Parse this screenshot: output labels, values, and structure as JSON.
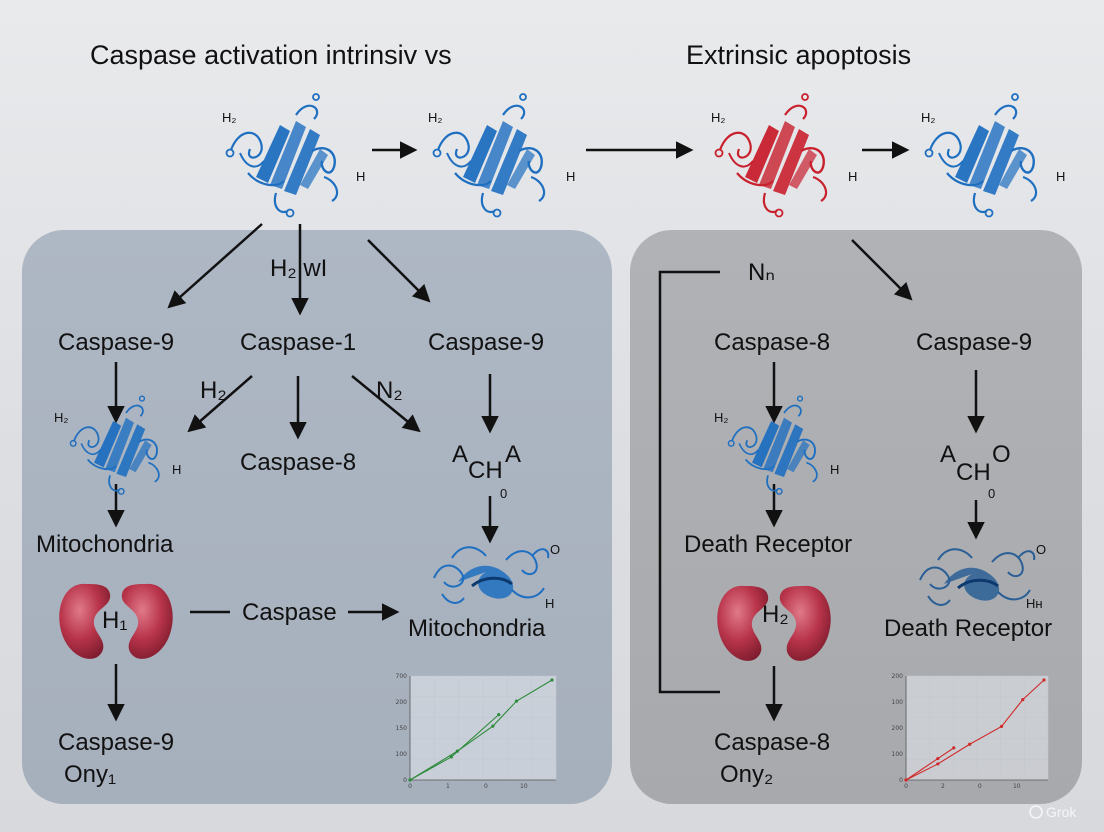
{
  "title_left": "Caspase activation intrinsiv vs",
  "title_right": "Extrinsic apoptosis",
  "colors": {
    "blue_protein": "#1f6fc0",
    "red_protein": "#c8202d",
    "kidney": "#b8344a",
    "green_series": "#2e8b3c",
    "red_series": "#d12a2a"
  },
  "top_row": {
    "protein_labels": [
      {
        "h_top": "H₂",
        "h_bottom": "H"
      },
      {
        "h_top": "H₂",
        "h_bottom": "H"
      },
      {
        "h_top": "H₂",
        "h_bottom": "H"
      },
      {
        "h_top": "H₂",
        "h_bottom": "H"
      }
    ]
  },
  "intrinsic": {
    "branch_label": "H₂ wI",
    "caspase9_left": "Caspase-9",
    "caspase1": "Caspase-1",
    "caspase9_right": "Caspase-9",
    "h2_label": "H₂",
    "n2_label": "N₂",
    "caspase8": "Caspase-8",
    "ach_main": "CH",
    "ach_left": "A",
    "ach_right": "A",
    "ach_sub": "0",
    "mito_protein_h_top": "H₂",
    "mito_protein_h_bottom": "H",
    "mitochondria_left": "Mitochondria",
    "kidney_label": "H₁",
    "caspase_mid": "Caspase",
    "mito_right_protein_o": "O",
    "mito_right_protein_h": "H",
    "mitochondria_right": "Mitochondria",
    "bottom_line1": "Caspase-9",
    "bottom_line2": "Ony₁"
  },
  "extrinsic": {
    "top_label": "Nₙ",
    "caspase8_top": "Caspase-8",
    "caspase9": "Caspase-9",
    "protein_h_top": "H₂",
    "protein_h_bottom": "H",
    "ach_main": "CH",
    "ach_left": "A",
    "ach_right": "O",
    "ach_sub": "0",
    "death_receptor_left": "Death Receptor",
    "kidney_label": "H₂",
    "right_protein_o": "O",
    "right_protein_h": "Hʜ",
    "death_receptor_right": "Death Receptor",
    "bottom_line1": "Caspase-8",
    "bottom_line2": "Ony₂"
  },
  "chart_data": [
    {
      "type": "line",
      "x_ticks": [
        "0",
        "1",
        "0",
        "10"
      ],
      "y_ticks": [
        "0",
        "100",
        "150",
        "200",
        "700"
      ],
      "series": [
        {
          "values": [
            [
              0,
              0
            ],
            [
              3.5,
              12
            ],
            [
              7.5,
              34
            ]
          ]
        },
        {
          "values": [
            [
              0,
              0
            ],
            [
              4,
              15
            ],
            [
              7,
              28
            ],
            [
              9,
              41
            ],
            [
              12,
              52
            ]
          ]
        }
      ]
    },
    {
      "type": "line",
      "x_ticks": [
        "0",
        "2",
        "0",
        "10"
      ],
      "y_ticks": [
        "0",
        "100",
        "200",
        "100",
        "200"
      ],
      "series": [
        {
          "values": [
            [
              0,
              0
            ],
            [
              3,
              12
            ],
            [
              4.5,
              18
            ]
          ]
        },
        {
          "values": [
            [
              0,
              0
            ],
            [
              3,
              9
            ],
            [
              6,
              20
            ],
            [
              9,
              30
            ],
            [
              11,
              45
            ],
            [
              13,
              56
            ]
          ]
        }
      ]
    }
  ],
  "watermark": "Grok"
}
